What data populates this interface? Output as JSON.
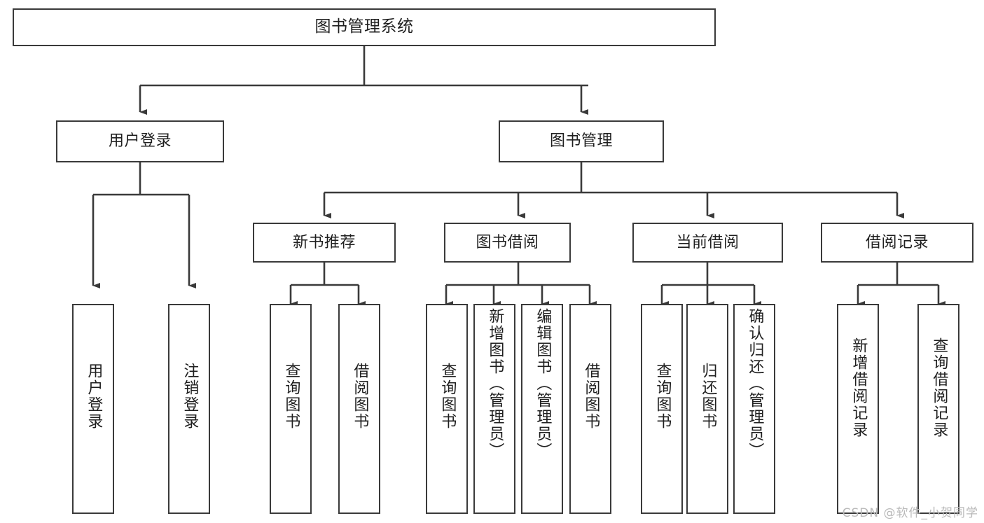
{
  "diagram": {
    "type": "tree",
    "title": "图书管理系统",
    "watermark": "CSDN @软件_小贺同学",
    "colors": {
      "box_border": "#3a3a3a",
      "box_fill": "#ffffff",
      "connector": "#3a3a3a",
      "text": "#1f1f1f",
      "watermark": "#b9b9b9"
    },
    "root": {
      "label": "图书管理系统"
    },
    "level1": [
      {
        "label": "用户登录"
      },
      {
        "label": "图书管理"
      }
    ],
    "level2": [
      {
        "label": "新书推荐"
      },
      {
        "label": "图书借阅"
      },
      {
        "label": "当前借阅"
      },
      {
        "label": "借阅记录"
      }
    ],
    "leaves": {
      "user_login": [
        {
          "label": "用户登录"
        },
        {
          "label": "注销登录"
        }
      ],
      "new_book": [
        {
          "label": "查询图书"
        },
        {
          "label": "借阅图书"
        }
      ],
      "book_borrow": [
        {
          "label": "查询图书"
        },
        {
          "label": "新增图书（管理员）"
        },
        {
          "label": "编辑图书（管理员）"
        },
        {
          "label": "借阅图书"
        }
      ],
      "current_borrow": [
        {
          "label": "查询图书"
        },
        {
          "label": "归还图书"
        },
        {
          "label": "确认归还（管理员）"
        }
      ],
      "borrow_record": [
        {
          "label": "新增借阅记录"
        },
        {
          "label": "查询借阅记录"
        }
      ]
    }
  }
}
